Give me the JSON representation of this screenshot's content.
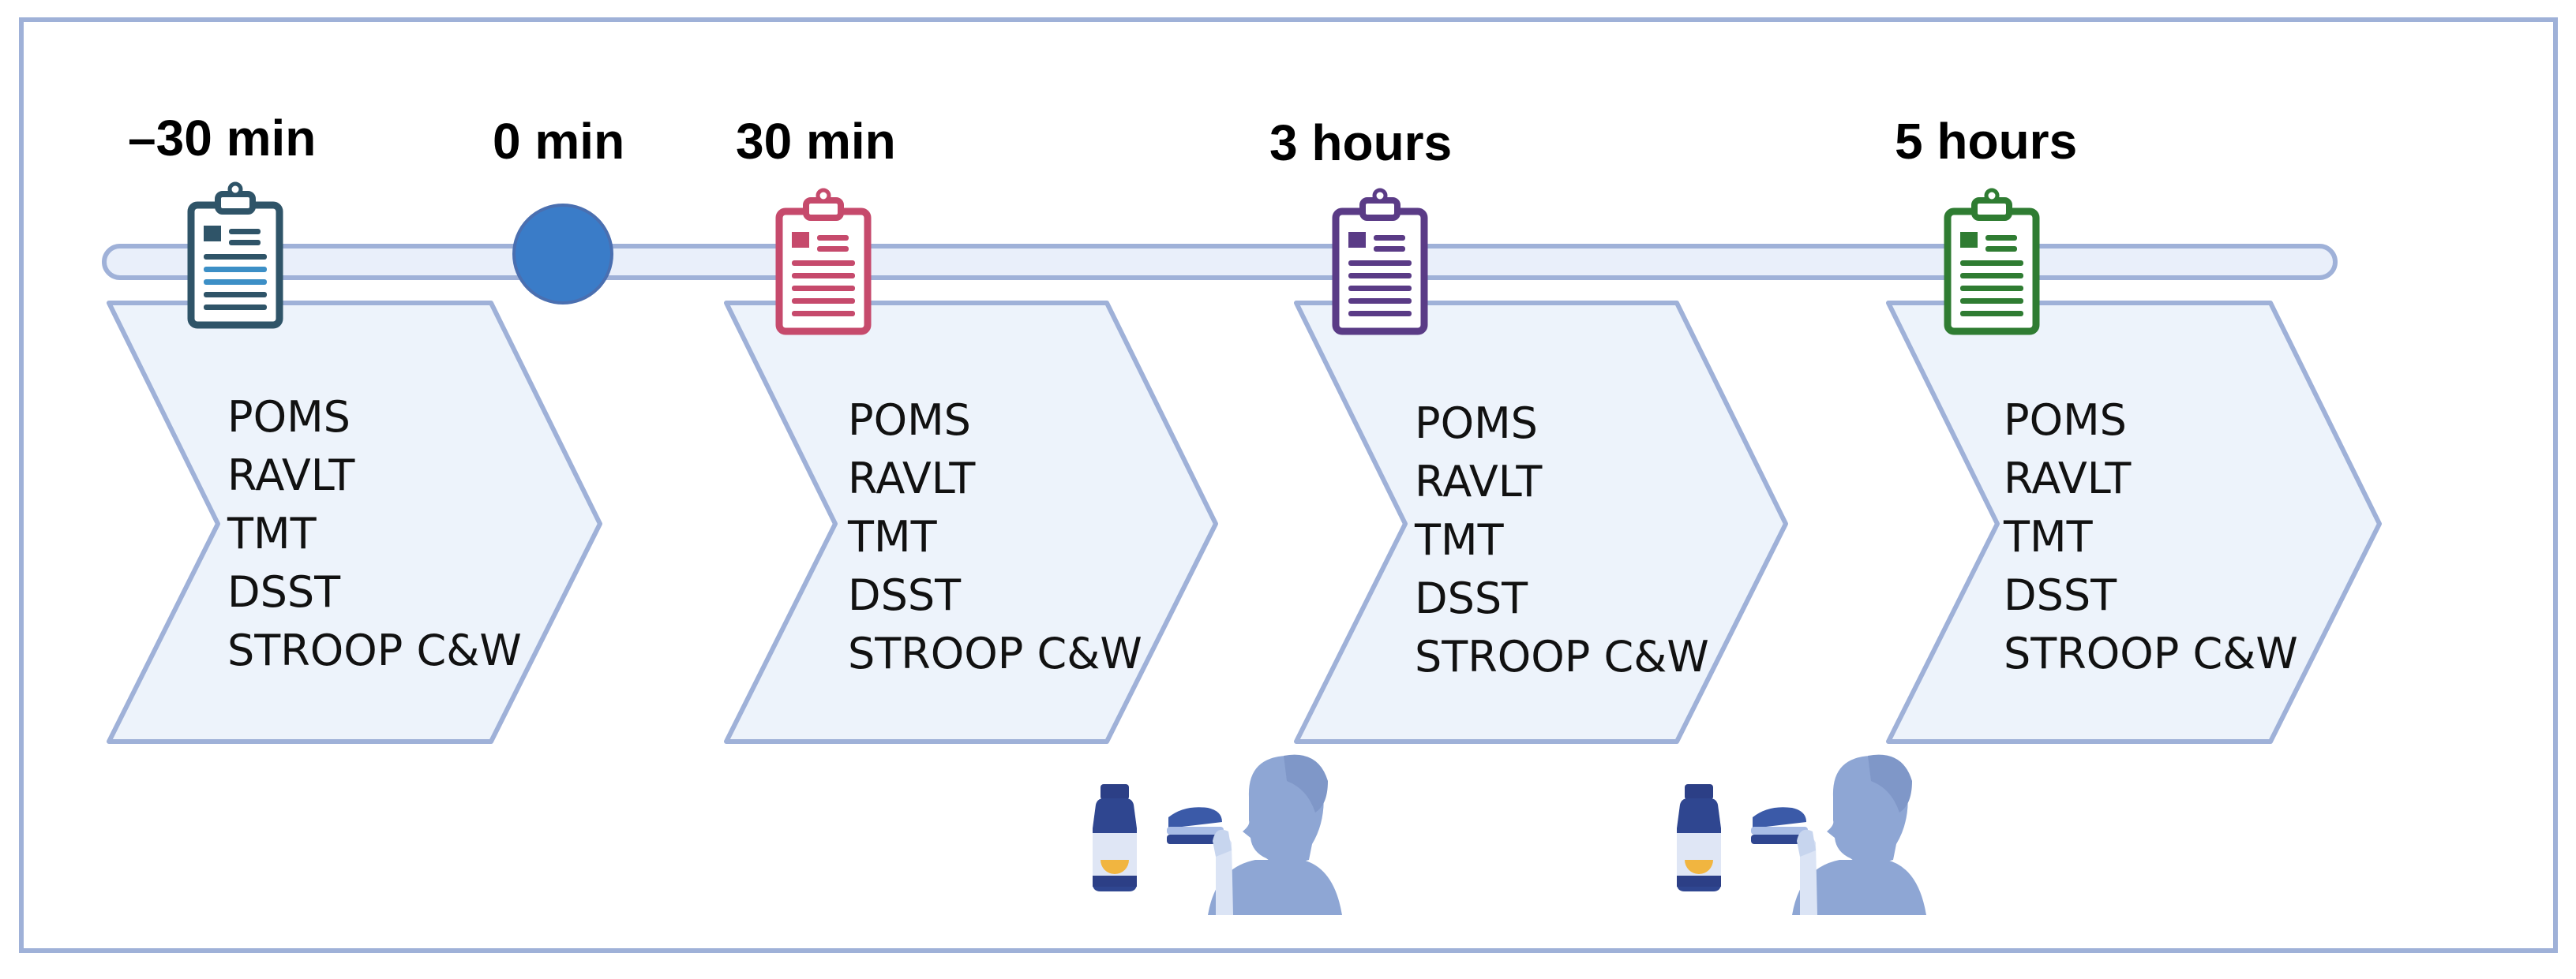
{
  "timepoints": [
    {
      "id": "t-minus30",
      "label": "–30 min",
      "type": "assessment",
      "clipboard_color": "#2f5468",
      "accent": "#3c8fc6"
    },
    {
      "id": "t-0",
      "label": "0 min",
      "type": "marker",
      "marker_color": "#3a7cc8"
    },
    {
      "id": "t-30",
      "label": "30 min",
      "type": "assessment",
      "clipboard_color": "#c64a6c",
      "accent": "#c64a6c"
    },
    {
      "id": "t-3h",
      "label": "3 hours",
      "type": "assessment",
      "clipboard_color": "#5a3b86",
      "accent": "#5a3b86"
    },
    {
      "id": "t-5h",
      "label": "5 hours",
      "type": "assessment",
      "clipboard_color": "#2f7c32",
      "accent": "#2f7c32"
    }
  ],
  "tests": [
    "POMS",
    "RAVLT",
    "TMT",
    "DSST",
    "STROOP C&W"
  ],
  "colors": {
    "frame": "#9fb1d8",
    "chevron_fill": "#edf3fb",
    "chevron_stroke": "#9fb1d8",
    "timeline_fill": "#e9effa",
    "timeline_stroke": "#9fb1d8",
    "person": "#8ea6d4",
    "bottle": "#2f4690",
    "juice": "#f1b540"
  },
  "icons": [
    "clipboard-icon",
    "timepoint-marker-icon",
    "juice-bottle-icon",
    "sandwich-icon",
    "person-eating-icon"
  ]
}
